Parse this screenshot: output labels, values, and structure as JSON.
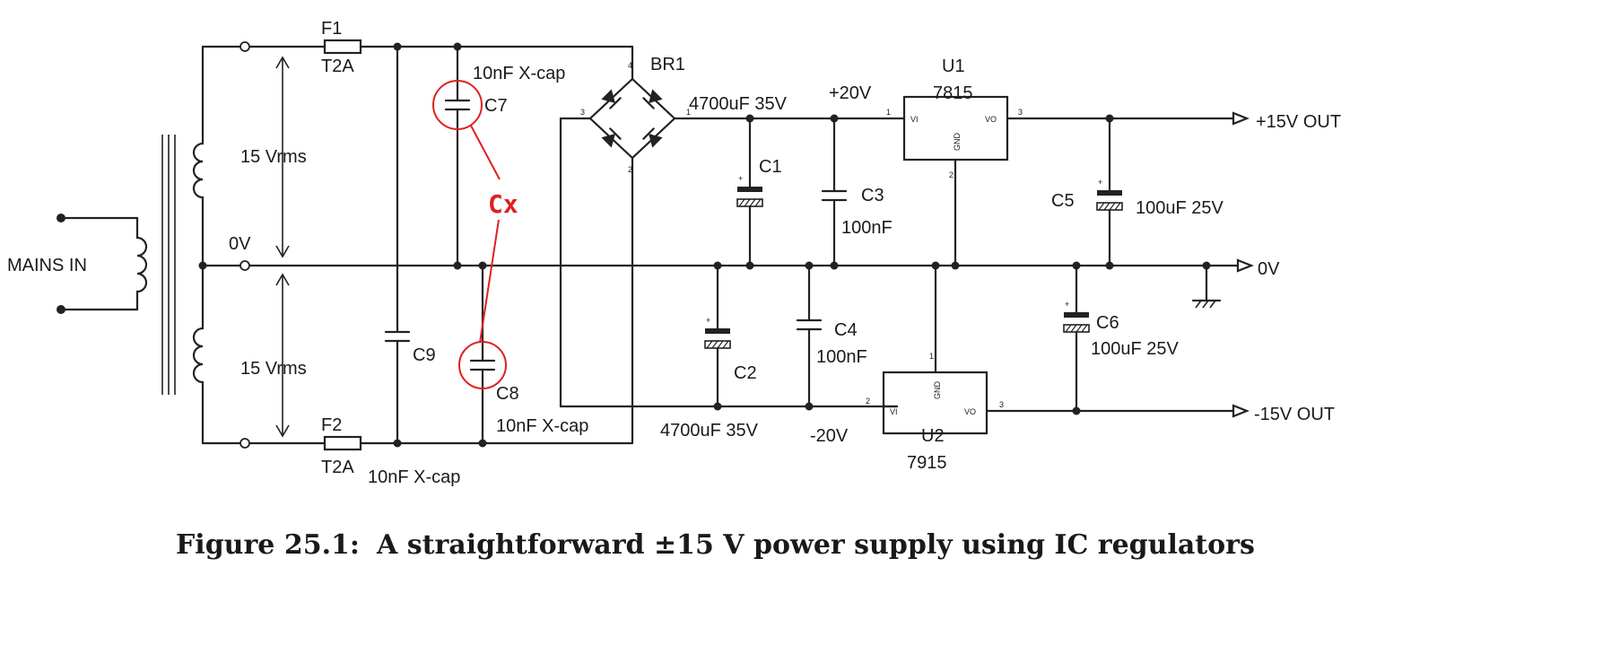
{
  "diagram": {
    "labels": {
      "mains_in": "MAINS IN",
      "zero_v_left": "0V",
      "vrms_top": "15 Vrms",
      "vrms_bottom": "15 Vrms",
      "f1": "F1",
      "f1_rating": "T2A",
      "f2": "F2",
      "f2_rating": "T2A",
      "c7_type": "10nF X-cap",
      "c7": "C7",
      "c8": "C8",
      "c8_type": "10nF X-cap",
      "c9": "C9",
      "c9_type": "10nF X-cap",
      "cx": "Cx",
      "br1": "BR1",
      "c1": "C1",
      "c1_value": "4700uF 35V",
      "c2": "C2",
      "c2_value": "4700uF 35V",
      "c3": "C3",
      "c3_value": "100nF",
      "c4": "C4",
      "c4_value": "100nF",
      "plus20": "+20V",
      "minus20": "-20V",
      "u1": "U1",
      "u1_part": "7815",
      "u2": "U2",
      "u2_part": "7915",
      "vi": "VI",
      "vo": "VO",
      "gnd": "GND",
      "c5": "C5",
      "c5_value": "100uF 25V",
      "c6": "C6",
      "c6_value": "100uF 25V",
      "out_plus": "+15V OUT",
      "out_zero": "0V",
      "out_minus": "-15V OUT",
      "pin1": "1",
      "pin2": "2",
      "pin3": "3",
      "pin4": "4"
    },
    "caption": {
      "number": "Figure 25.1:",
      "text": "A straightforward ±15 V power supply using IC regulators"
    }
  }
}
